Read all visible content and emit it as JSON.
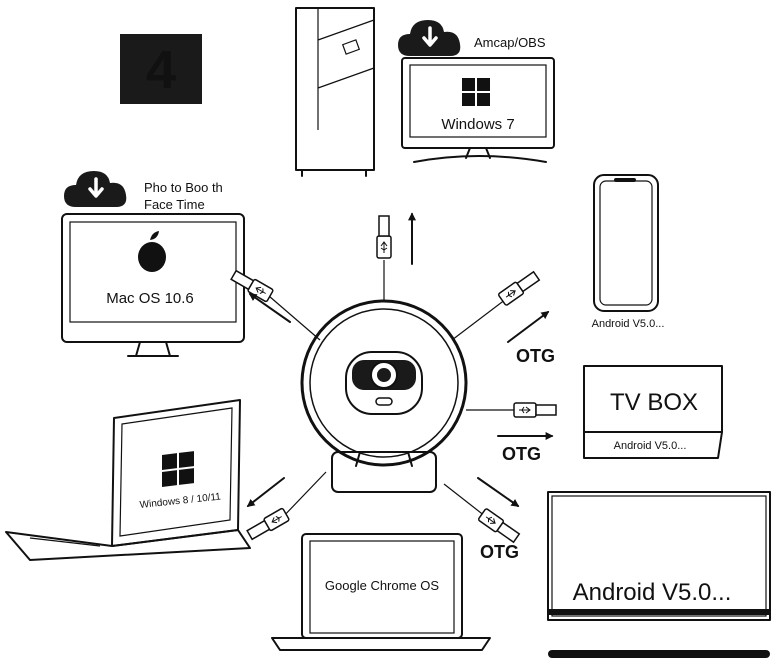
{
  "step_badge": "4",
  "downloads": {
    "top": "Amcap/OBS",
    "left_line1": "Pho to Boo th",
    "left_line2": "Face Time"
  },
  "devices": {
    "windows7": "Windows 7",
    "macos": "Mac OS 10.6",
    "phone": "Android V5.0...",
    "tvbox_title": "TV BOX",
    "tvbox_sub": "Android V5.0...",
    "laptop": "Windows 8 / 10/11",
    "chromebook": "Google Chrome OS",
    "tablet": "Android V5.0..."
  },
  "otg": {
    "phone": "OTG",
    "tvbox": "OTG",
    "tablet": "OTG"
  },
  "icons": [
    "download-cloud-icon",
    "windows-logo-icon",
    "apple-logo-icon",
    "usb-plug-icon",
    "arrow-icon"
  ]
}
